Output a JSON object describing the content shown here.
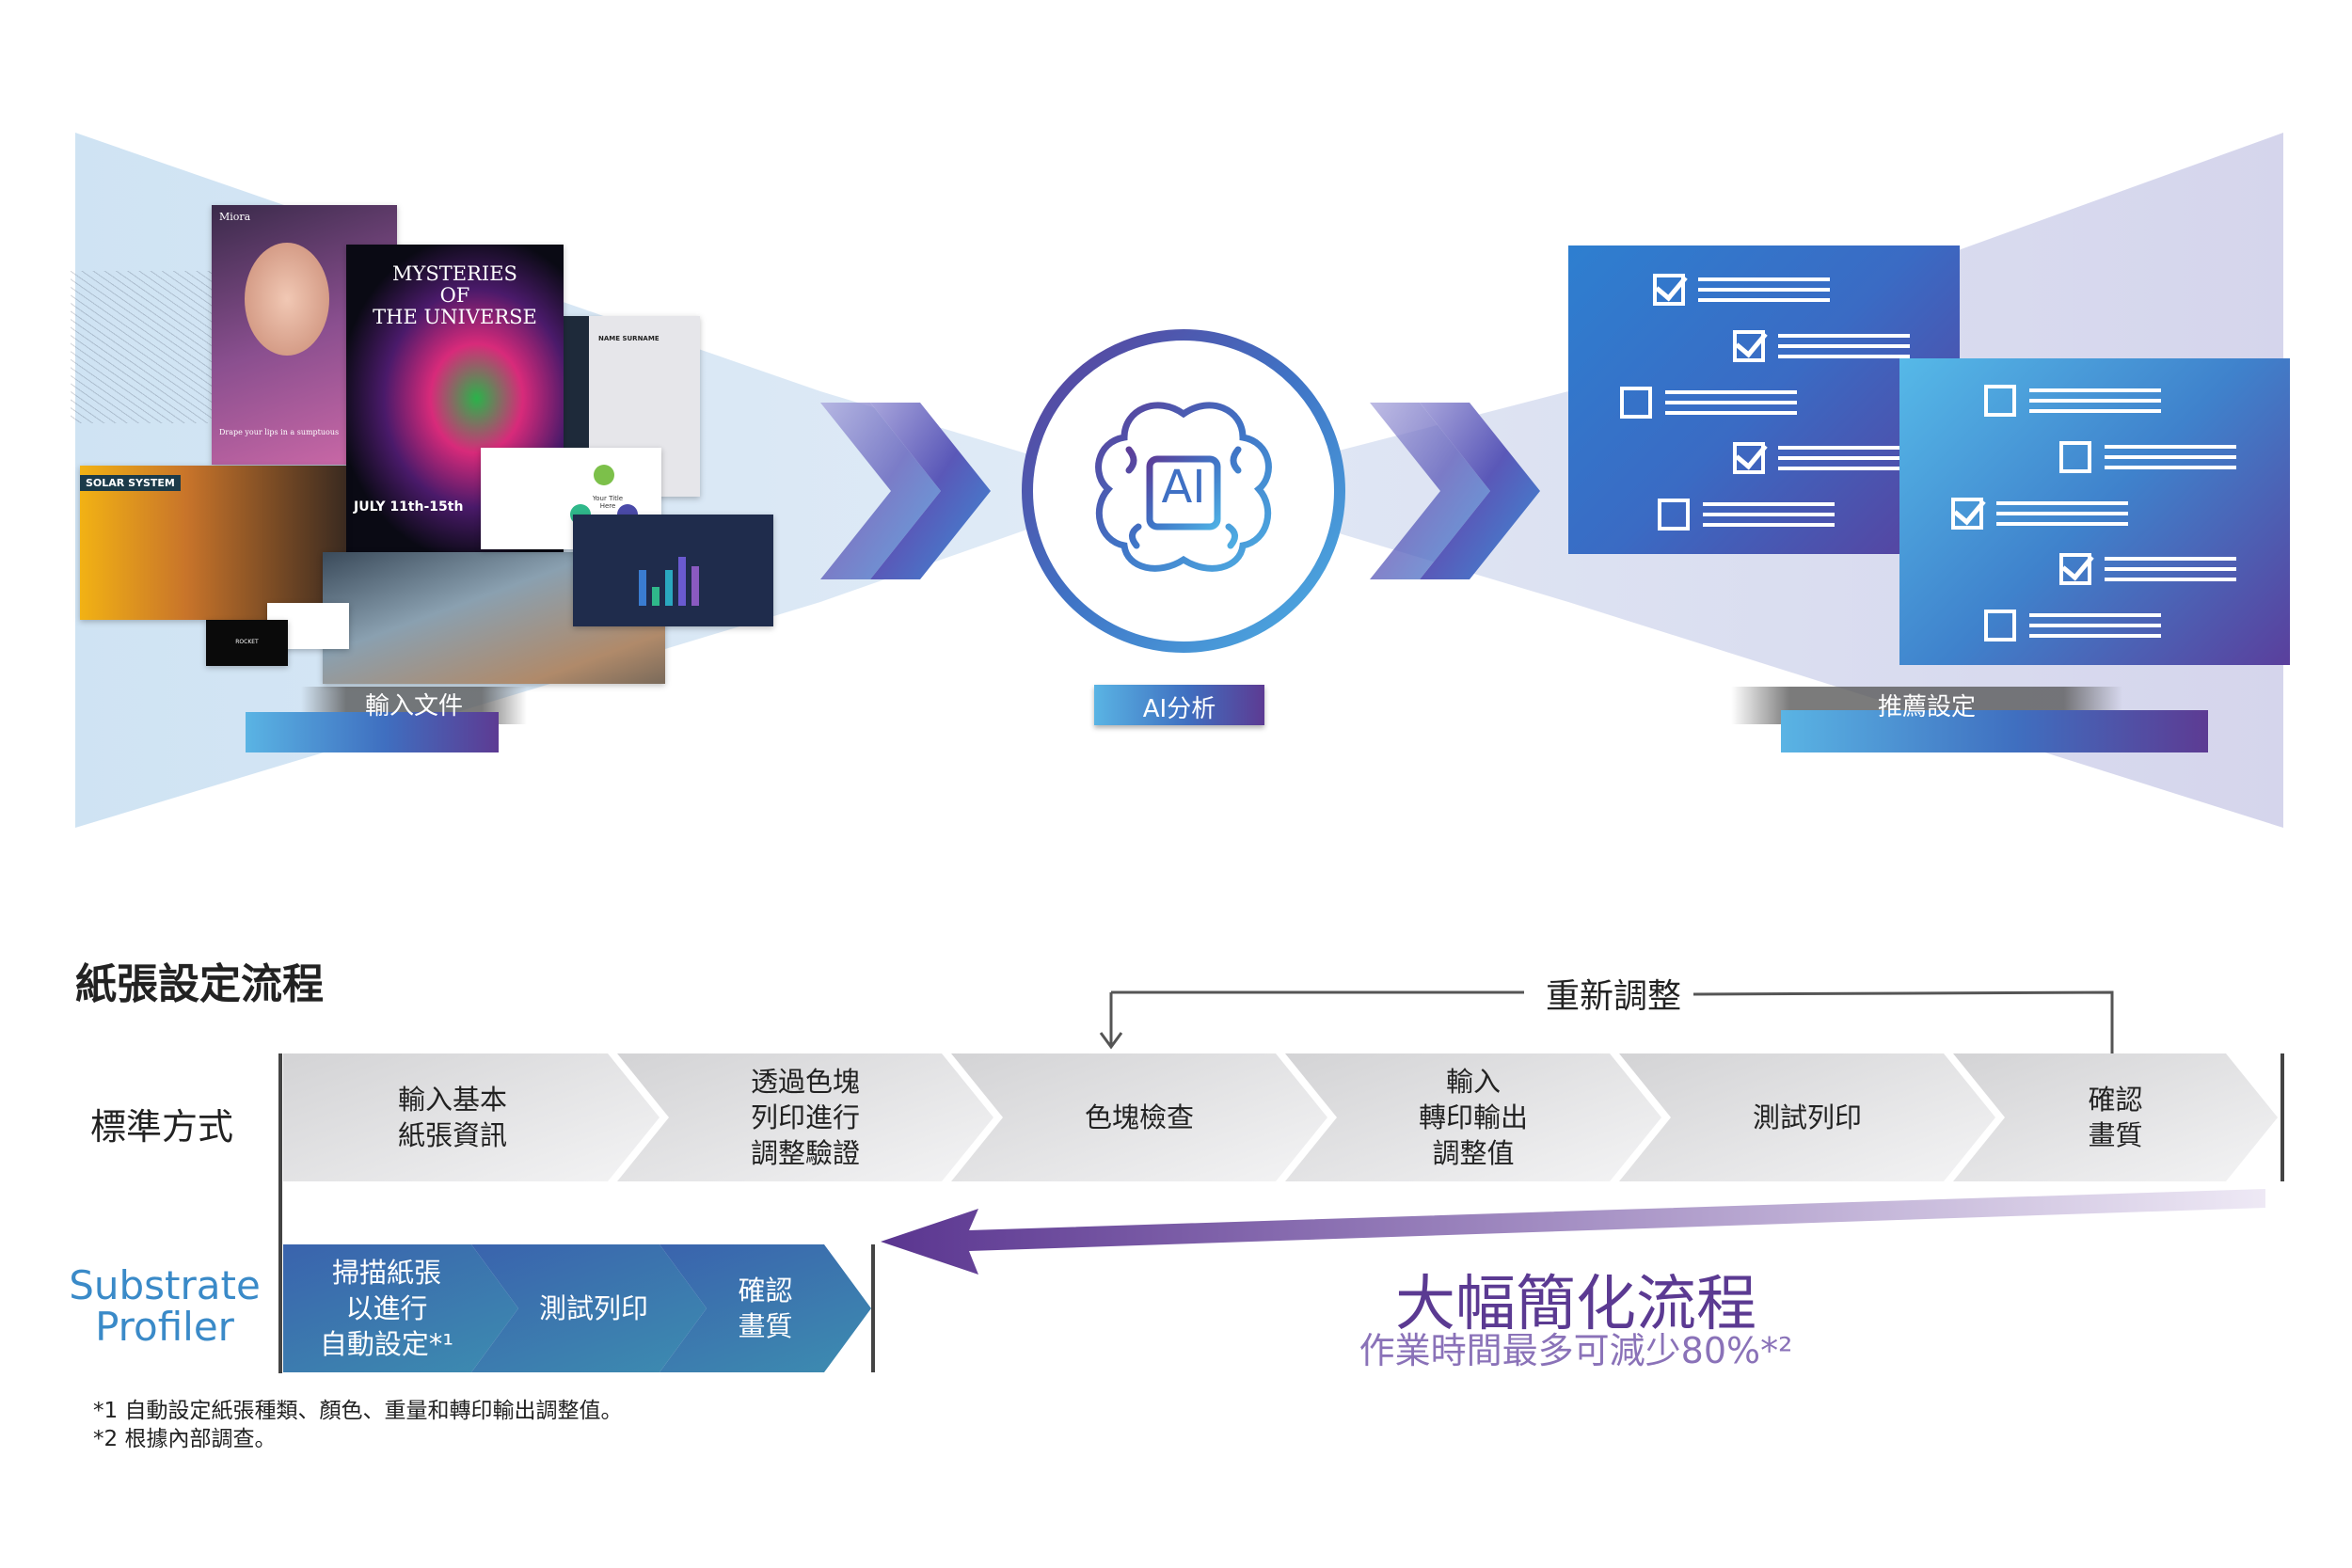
{
  "top": {
    "input_label": "輸入文件",
    "ai_label": "AI分析",
    "ai_icon_text": "AI",
    "recommend_label": "推薦設定",
    "thumbnails": {
      "poster_brand": "Miora",
      "poster_tagline": "Drape your lips in a sumptuous",
      "space_title": "MYSTERIES\nOF\nTHE UNIVERSE",
      "space_date": "JULY 11th-15th",
      "resume_name": "NAME SURNAME",
      "solar_title": "SOLAR SYSTEM",
      "process_center": "Your Title Here",
      "rocket": "ROCKET"
    },
    "checklist_a": [
      true,
      true,
      false,
      true,
      false
    ],
    "checklist_b": [
      false,
      false,
      true,
      true,
      false
    ]
  },
  "flow": {
    "title": "紙張設定流程",
    "readjust_label": "重新調整",
    "standard_label": "標準方式",
    "standard_steps": [
      "輸入基本\n紙張資訊",
      "透過色塊\n列印進行\n調整驗證",
      "色塊檢查",
      "輸入\n轉印輸出\n調整值",
      "測試列印",
      "確認\n畫質"
    ],
    "profiler_label": "Substrate\nProfiler",
    "profiler_steps": [
      "掃描紙張\n以進行\n自動設定*¹",
      "測試列印",
      "確認\n畫質"
    ],
    "headline": "大幅簡化流程",
    "subline": "作業時間最多可減少80%*²",
    "footnotes": [
      "*1 自動設定紙張種類、顏色、重量和轉印輸出調整值。",
      "*2 根據內部調查。"
    ]
  },
  "colors": {
    "purple": "#5b3a92",
    "blue": "#3a7cc4",
    "light_blue": "#d6e7f5",
    "lavender": "#d9d9ee"
  }
}
